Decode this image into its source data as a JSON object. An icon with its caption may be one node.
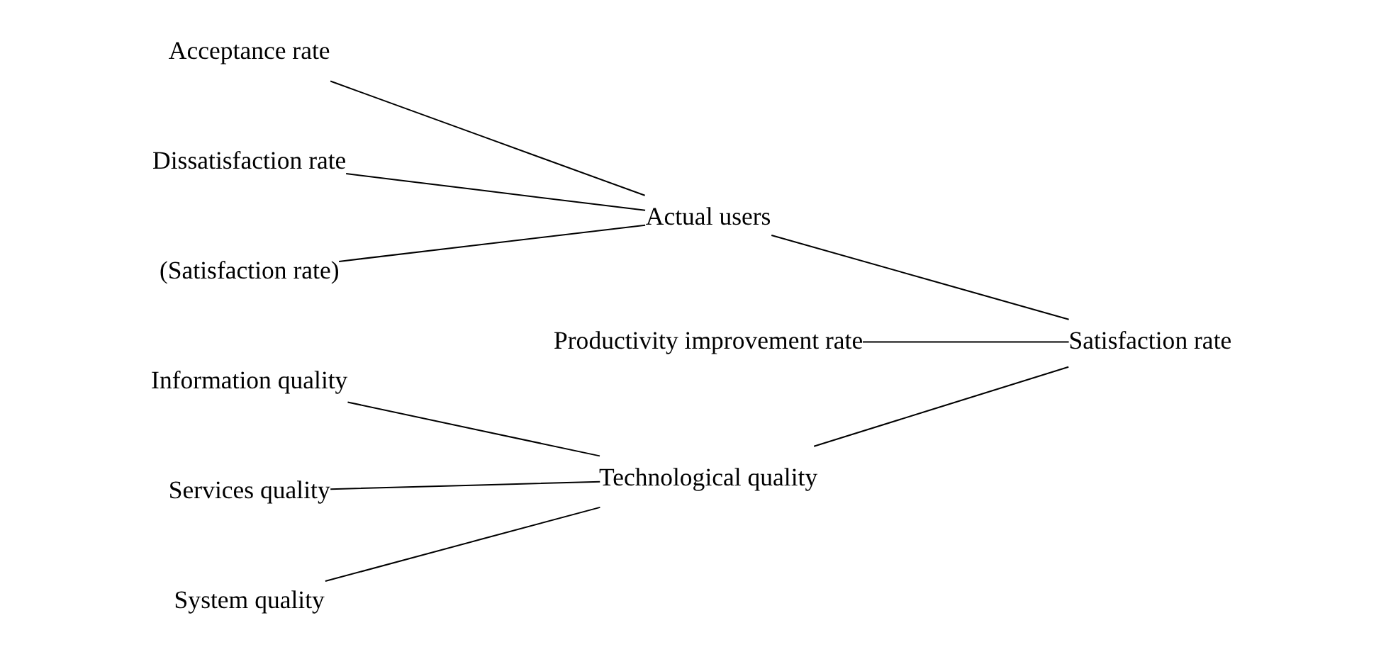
{
  "diagram": {
    "nodes": [
      {
        "text": [
          "Acceptance rate"
        ]
      },
      {
        "text": [
          "Actual users"
        ]
      },
      {
        "text": [
          "Dissatisfaction rate"
        ]
      },
      {
        "text": [
          "(Satisfaction rate)"
        ]
      },
      {
        "text": [
          "Productivity improvement rate"
        ]
      },
      {
        "text": [
          "Satisfaction rate"
        ]
      },
      {
        "text": [
          "Information quality"
        ]
      },
      {
        "text": [
          "Technological quality"
        ]
      },
      {
        "text": [
          "Services quality"
        ]
      },
      {
        "text": [
          "System quality"
        ]
      }
    ],
    "edges": [
      {
        "from": 0,
        "to": 1,
        "arrow": "none"
      },
      {
        "from": 2,
        "to": 1,
        "arrow": "none"
      },
      {
        "from": 3,
        "to": 1,
        "arrow": "none"
      },
      {
        "from": 1,
        "to": 5,
        "arrow": "none"
      },
      {
        "from": 4,
        "to": 5,
        "arrow": "none"
      },
      {
        "from": 7,
        "to": 5,
        "arrow": "none"
      },
      {
        "from": 6,
        "to": 7,
        "arrow": "none"
      },
      {
        "from": 8,
        "to": 7,
        "arrow": "none"
      },
      {
        "from": 9,
        "to": 7,
        "arrow": "none"
      }
    ]
  }
}
